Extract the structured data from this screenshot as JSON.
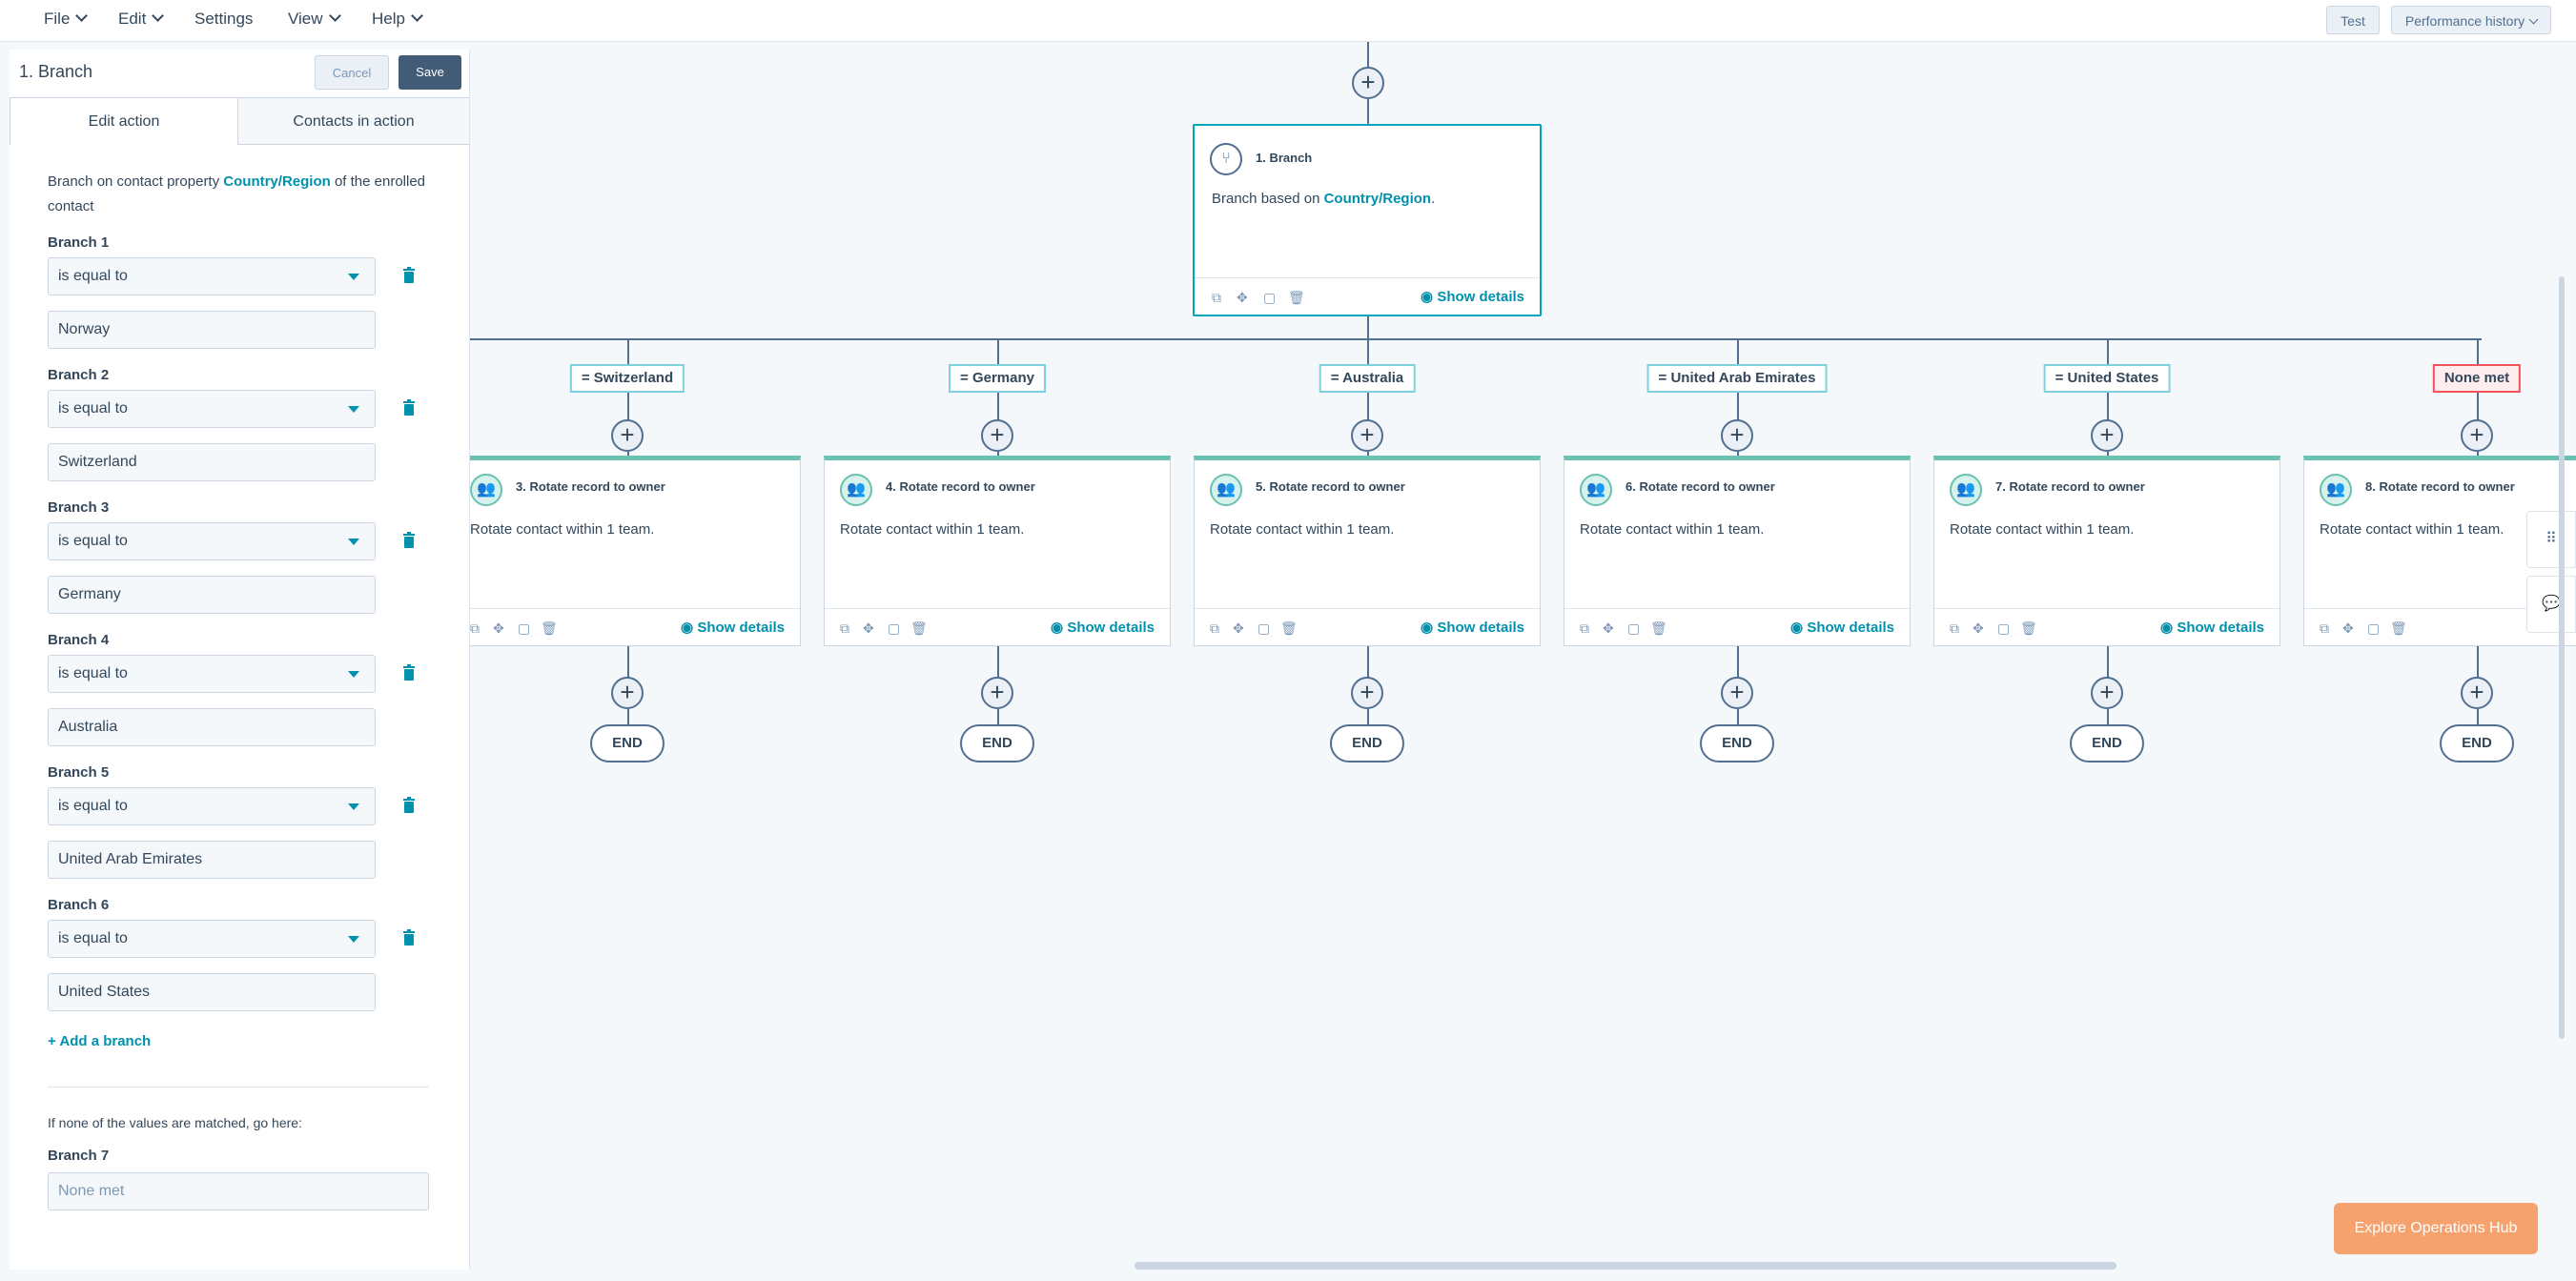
{
  "menubar": {
    "file": "File",
    "edit": "Edit",
    "settings": "Settings",
    "view": "View",
    "help": "Help",
    "test": "Test",
    "performance_history": "Performance history"
  },
  "panel": {
    "title": "1. Branch",
    "cancel": "Cancel",
    "save": "Save",
    "tabs": [
      "Edit action",
      "Contacts in action"
    ],
    "description_pre": "Branch on contact property ",
    "description_link": "Country/Region",
    "description_post": " of the enrolled contact",
    "branches": [
      {
        "label": "Branch 1",
        "operator": "is equal to",
        "value": "Norway"
      },
      {
        "label": "Branch 2",
        "operator": "is equal to",
        "value": "Switzerland"
      },
      {
        "label": "Branch 3",
        "operator": "is equal to",
        "value": "Germany"
      },
      {
        "label": "Branch 4",
        "operator": "is equal to",
        "value": "Australia"
      },
      {
        "label": "Branch 5",
        "operator": "is equal to",
        "value": "United Arab Emirates"
      },
      {
        "label": "Branch 6",
        "operator": "is equal to",
        "value": "United States"
      }
    ],
    "add_branch": "+ Add a branch",
    "no_match_text": "If none of the values are matched, go here:",
    "branch7_label": "Branch 7",
    "branch7_placeholder": "None met"
  },
  "canvas": {
    "branch_node": {
      "title": "1. Branch",
      "body_pre": "Branch based on ",
      "body_link": "Country/Region",
      "body_post": ".",
      "show_details": "Show details"
    },
    "branch_labels": [
      "= Switzerland",
      "= Germany",
      "= Australia",
      "= United Arab Emirates",
      "= United States",
      "None met"
    ],
    "actions": [
      {
        "title": "3. Rotate record to owner",
        "body": "Rotate contact within 1 team.",
        "show_details": "Show details"
      },
      {
        "title": "4. Rotate record to owner",
        "body": "Rotate contact within 1 team.",
        "show_details": "Show details"
      },
      {
        "title": "5. Rotate record to owner",
        "body": "Rotate contact within 1 team.",
        "show_details": "Show details"
      },
      {
        "title": "6. Rotate record to owner",
        "body": "Rotate contact within 1 team.",
        "show_details": "Show details"
      },
      {
        "title": "7. Rotate record to owner",
        "body": "Rotate contact within 1 team.",
        "show_details": "Show details"
      },
      {
        "title": "8. Rotate record to owner",
        "body": "Rotate contact within 1 team.",
        "show_details": ""
      }
    ],
    "end_label": "END"
  },
  "explore_button": "Explore Operations Hub",
  "colors": {
    "accent": "#0091ae",
    "save": "#425b76",
    "card_top": "#6bc1b1",
    "explore": "#f5a26f",
    "none_met": "#f2545b"
  }
}
